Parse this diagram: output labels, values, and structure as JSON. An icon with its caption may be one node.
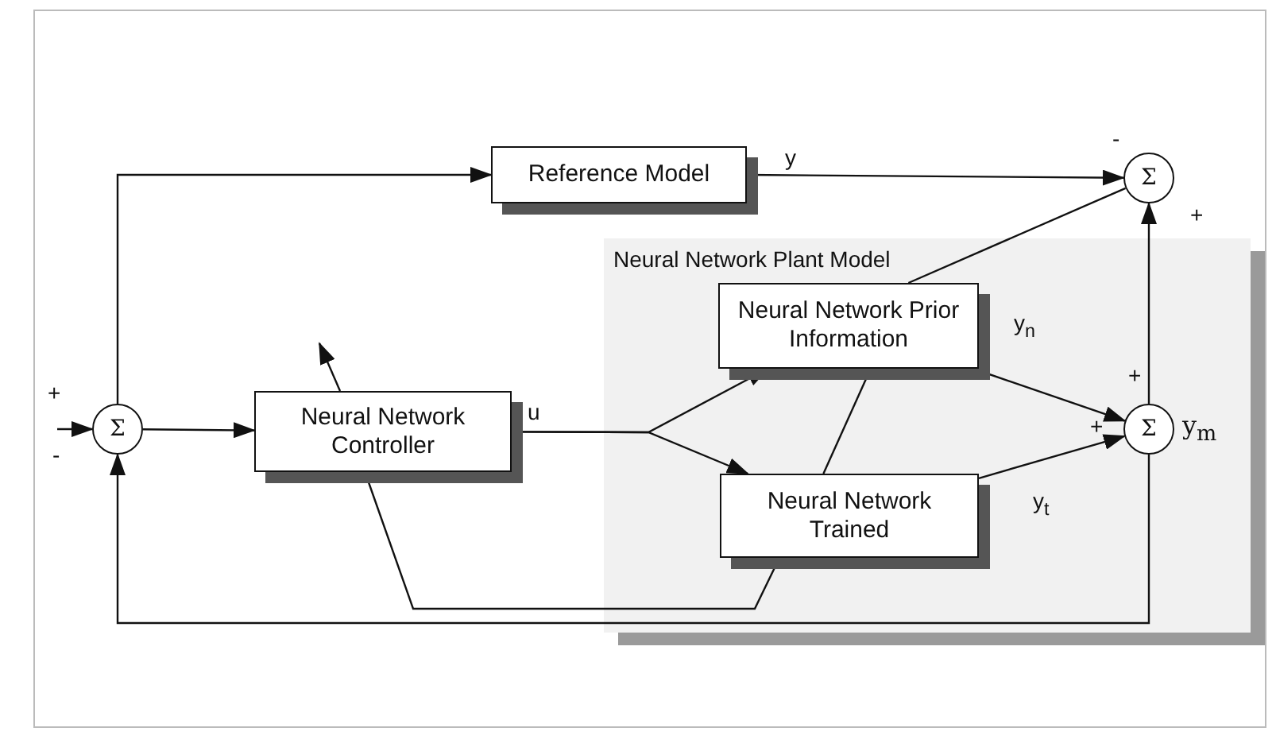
{
  "diagram": {
    "nodes": [
      {
        "text": [
          "Neural Network Plant Model"
        ]
      },
      {
        "text": [
          "Σ"
        ]
      },
      {
        "text": [
          "Reference Model"
        ]
      },
      {
        "text": [
          "Neural Network Controller"
        ]
      },
      {
        "text": [
          "Neural Network Prior Information"
        ],
        "in": 0
      },
      {
        "text": [
          "Neural Network Trained"
        ],
        "in": 0
      },
      {
        "text": [
          "Σ"
        ]
      },
      {
        "text": [
          "Σ"
        ],
        "in": 0,
        "beside": [
          "y$_{m}$"
        ]
      }
    ],
    "edges": [
      {
        "from": null,
        "to": 1,
        "arrow": "to"
      },
      {
        "from": 1,
        "to": 2,
        "arrow": "to"
      },
      {
        "from": 1,
        "to": 3,
        "arrow": "to"
      },
      {
        "from": 2,
        "to": 6,
        "arrow": "to",
        "label": "y"
      },
      {
        "from": 3,
        "to": 4,
        "arrow": "to",
        "label": "u"
      },
      {
        "from": 3,
        "to": 5,
        "arrow": "to"
      },
      {
        "from": 4,
        "to": 7,
        "arrow": "to",
        "label": "y$_{n}$"
      },
      {
        "from": 5,
        "to": 7,
        "arrow": "to",
        "label": "y$_{t}$"
      },
      {
        "from": 7,
        "to": 6,
        "arrow": "to"
      },
      {
        "from": 7,
        "to": 1,
        "arrow": "to"
      },
      {
        "from": 6,
        "to": 4,
        "arrow": "none"
      },
      {
        "from": 4,
        "to": 5,
        "arrow": "none"
      },
      {
        "from": 5,
        "to": 3,
        "arrow": "none"
      }
    ],
    "labels": [
      "-",
      "+",
      "+",
      "+",
      "+",
      "-"
    ]
  }
}
